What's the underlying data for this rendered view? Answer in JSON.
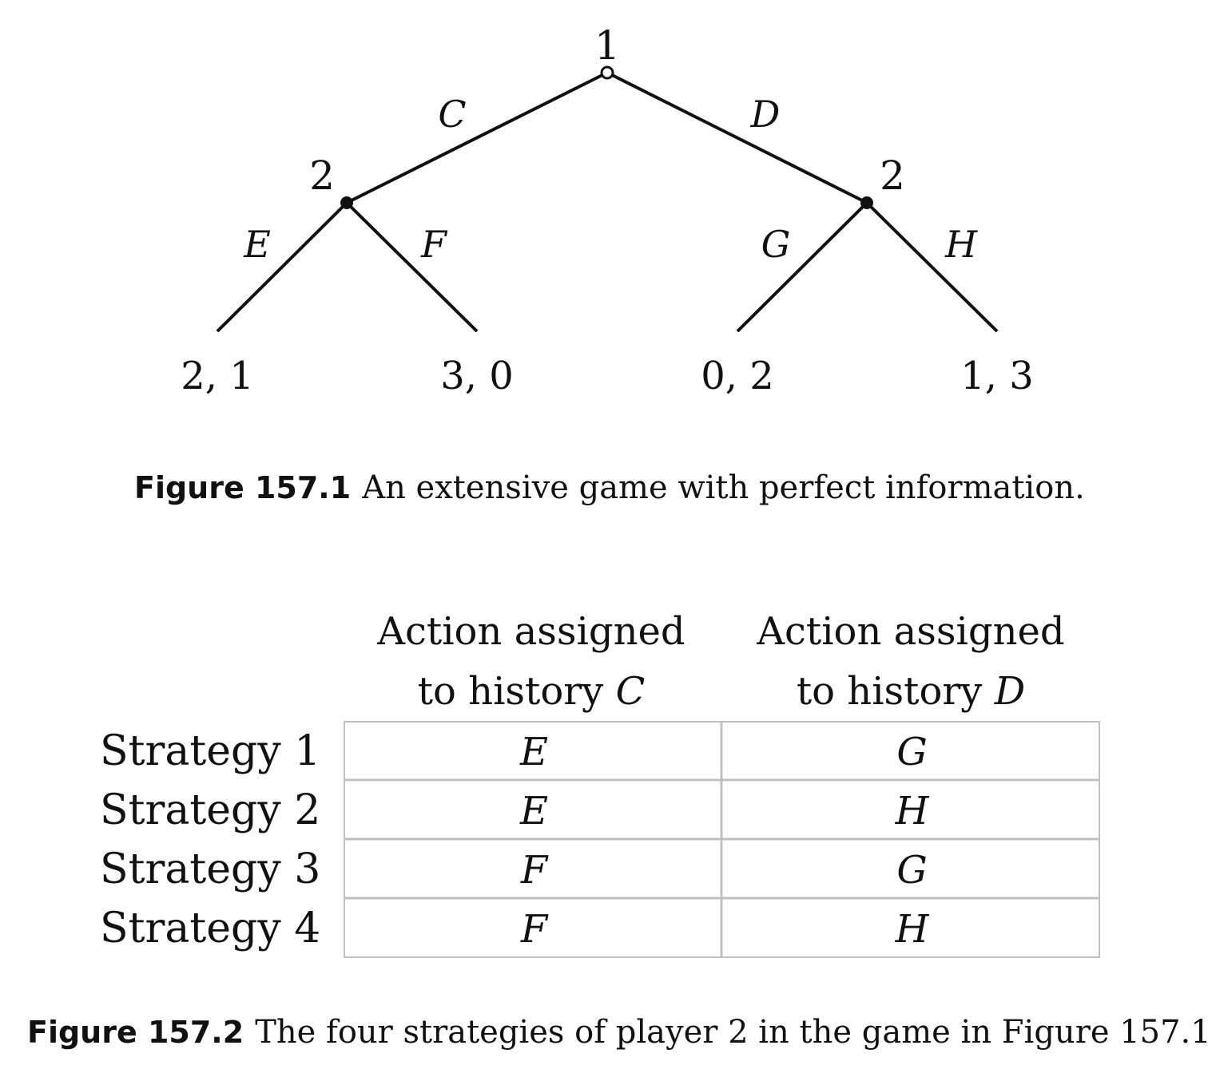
{
  "figure1": {
    "root_player": "1",
    "left_player": "2",
    "right_player": "2",
    "actions": {
      "root_left": "C",
      "root_right": "D",
      "left_left": "E",
      "left_right": "F",
      "right_left": "G",
      "right_right": "H"
    },
    "payoffs": [
      "2, 1",
      "3, 0",
      "0, 2",
      "1, 3"
    ],
    "caption": {
      "number": "Figure 157.1",
      "text": "An extensive game with perfect information."
    }
  },
  "figure2": {
    "headers": [
      {
        "line1": "Action assigned",
        "line2_prefix": "to history ",
        "line2_var": "C"
      },
      {
        "line1": "Action assigned",
        "line2_prefix": "to history ",
        "line2_var": "D"
      }
    ],
    "rows": [
      {
        "label": "Strategy 1",
        "c": "E",
        "d": "G"
      },
      {
        "label": "Strategy 2",
        "c": "E",
        "d": "H"
      },
      {
        "label": "Strategy 3",
        "c": "F",
        "d": "G"
      },
      {
        "label": "Strategy 4",
        "c": "F",
        "d": "H"
      }
    ],
    "caption": {
      "number": "Figure 157.2",
      "text": "The four strategies of player 2 in the game in Figure 157.1."
    }
  },
  "colors": {
    "line": "#111111",
    "grid": "#c0c0c0"
  }
}
